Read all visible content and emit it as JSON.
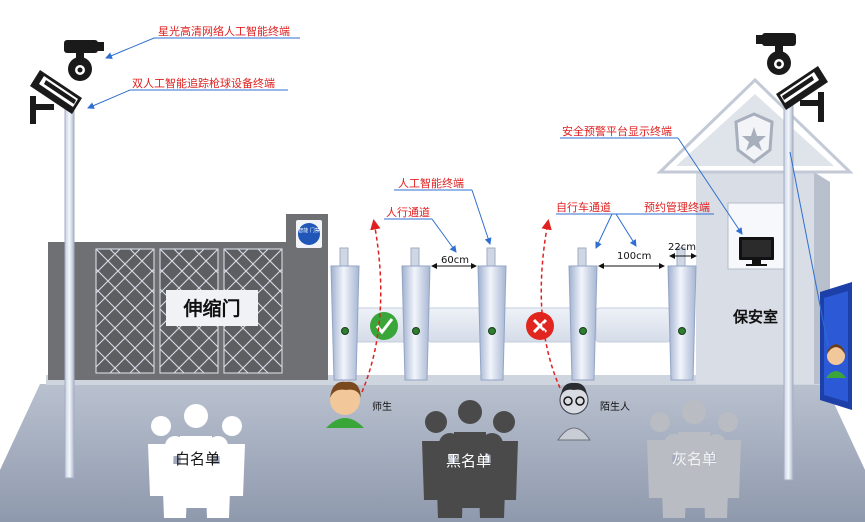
{
  "callouts": {
    "starlight_camera": "星光高清网络人工智能终端",
    "dual_tracking": "双人工智能追踪枪球设备终端",
    "security_platform": "安全预警平台显示终端",
    "ai_terminal": "人工智能终端",
    "pedestrian_channel": "人行通道",
    "bicycle_channel": "自行车通道",
    "reservation_terminal": "预约管理终端"
  },
  "dimensions": {
    "gap_60": "60cm",
    "gap_100": "100cm",
    "gap_22": "22cm"
  },
  "labels": {
    "retractable_gate": "伸缩门",
    "guard_room": "保安室",
    "teacher_student": "师生",
    "stranger": "陌生人",
    "whitelist": "白名单",
    "blacklist": "黑名单",
    "graylist": "灰名单",
    "gate_sign": "智能 门禁"
  },
  "colors": {
    "callout_red": "#e02020",
    "callout_line": "#2f6fd0",
    "allow_green": "#3aa63a",
    "deny_red": "#e0261e",
    "wall_gray": "#6f7074",
    "floor_gray": "#9aa3b4"
  }
}
